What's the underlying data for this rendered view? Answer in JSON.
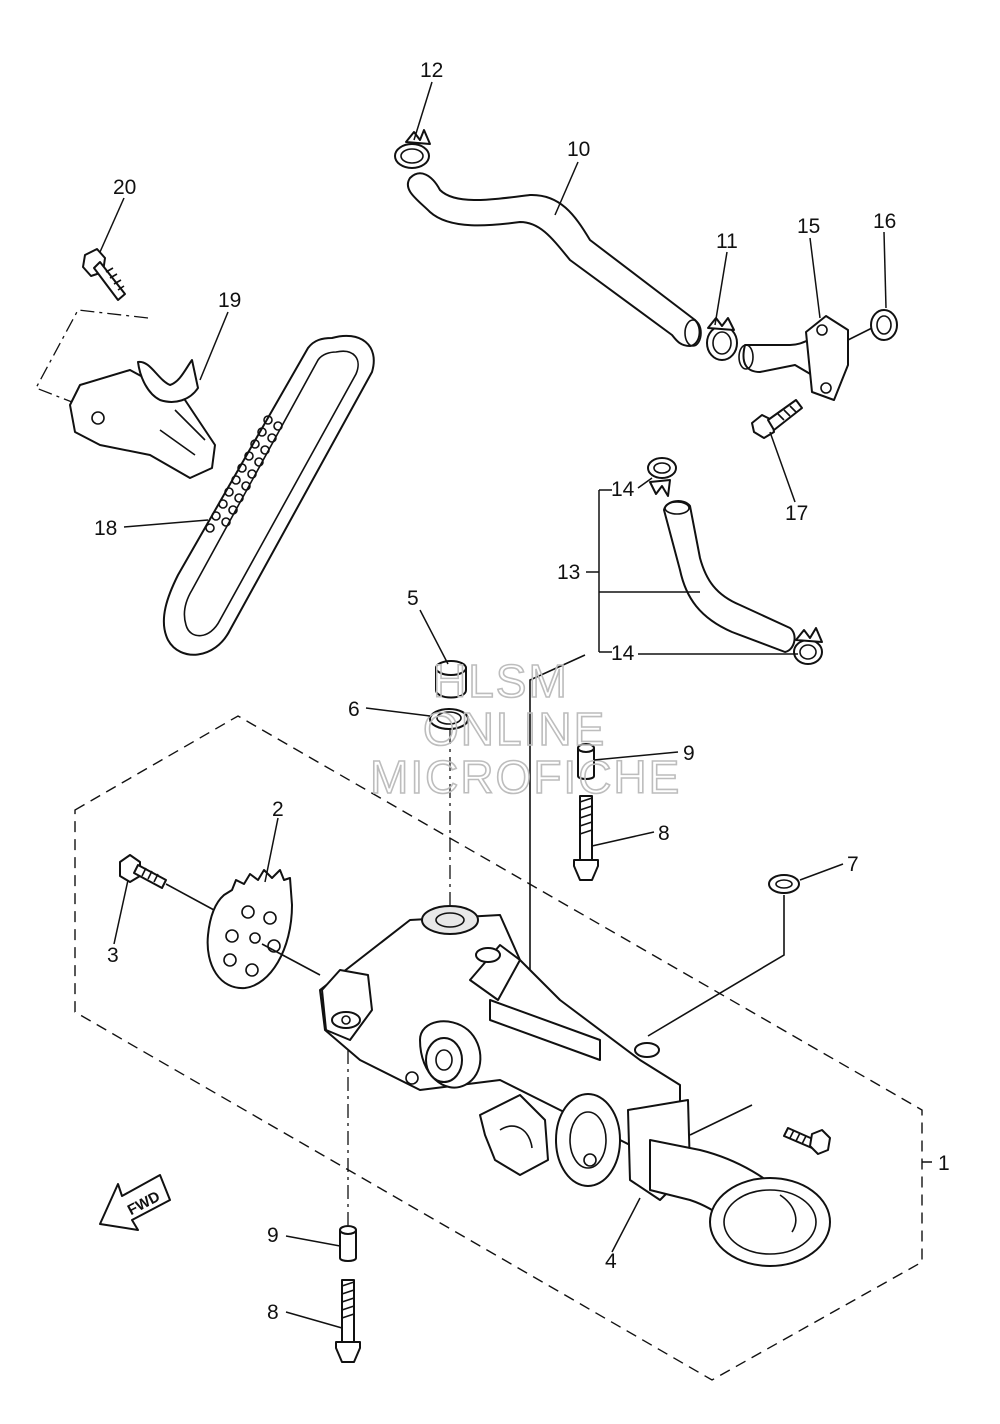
{
  "diagram": {
    "callouts": {
      "c1": "1",
      "c2": "2",
      "c3": "3",
      "c4": "4",
      "c5": "5",
      "c6": "6",
      "c7": "7",
      "c8a": "8",
      "c8b": "8",
      "c9a": "9",
      "c9b": "9",
      "c10": "10",
      "c11": "11",
      "c12": "12",
      "c13": "13",
      "c14a": "14",
      "c14b": "14",
      "c15": "15",
      "c16": "16",
      "c17": "17",
      "c18": "18",
      "c19": "19",
      "c20": "20"
    },
    "watermark": {
      "line1": "HLSM",
      "line2": "ONLINE",
      "line3": "MICROFICHE"
    },
    "fwd_label": "FWD"
  }
}
